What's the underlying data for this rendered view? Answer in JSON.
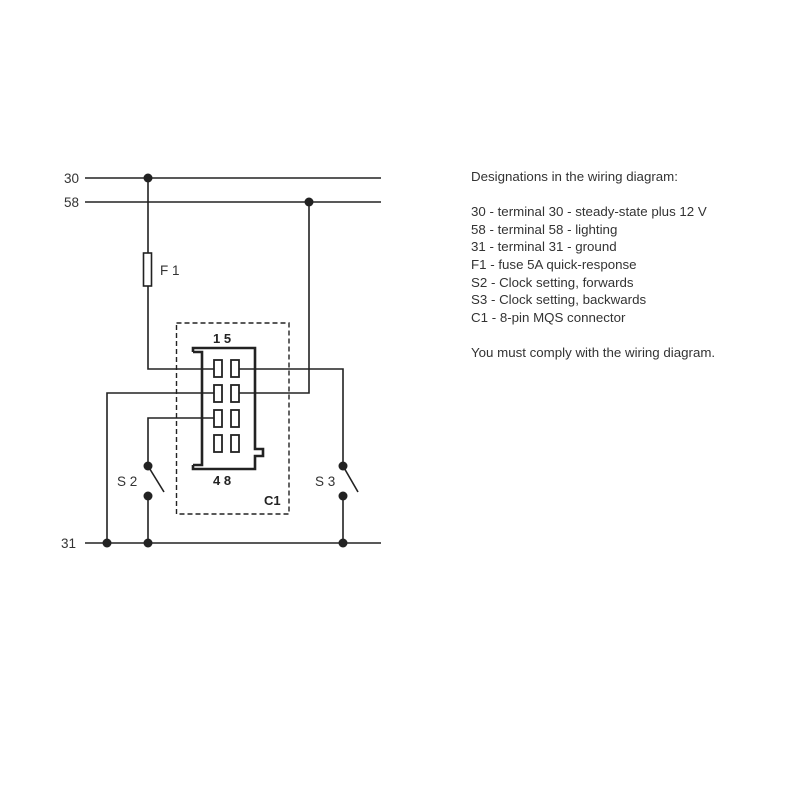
{
  "diagram": {
    "rails": {
      "r30": "30",
      "r58": "58",
      "r31": "31"
    },
    "fuse_label": "F 1",
    "connector": {
      "top_pins": "1 5",
      "bottom_pins": "4 8",
      "label": "C1"
    },
    "switches": {
      "s2": "S 2",
      "s3": "S 3"
    }
  },
  "legend": {
    "title": "Designations in the wiring diagram:",
    "items": [
      "30 - terminal 30 - steady-state plus 12 V",
      "58 - terminal 58 - lighting",
      "31 - terminal 31 - ground",
      "F1 - fuse 5A quick-response",
      "S2 - Clock setting, forwards",
      "S3 - Clock setting, backwards",
      "C1 - 8-pin MQS connector"
    ],
    "note": "You must comply with the wiring diagram."
  }
}
